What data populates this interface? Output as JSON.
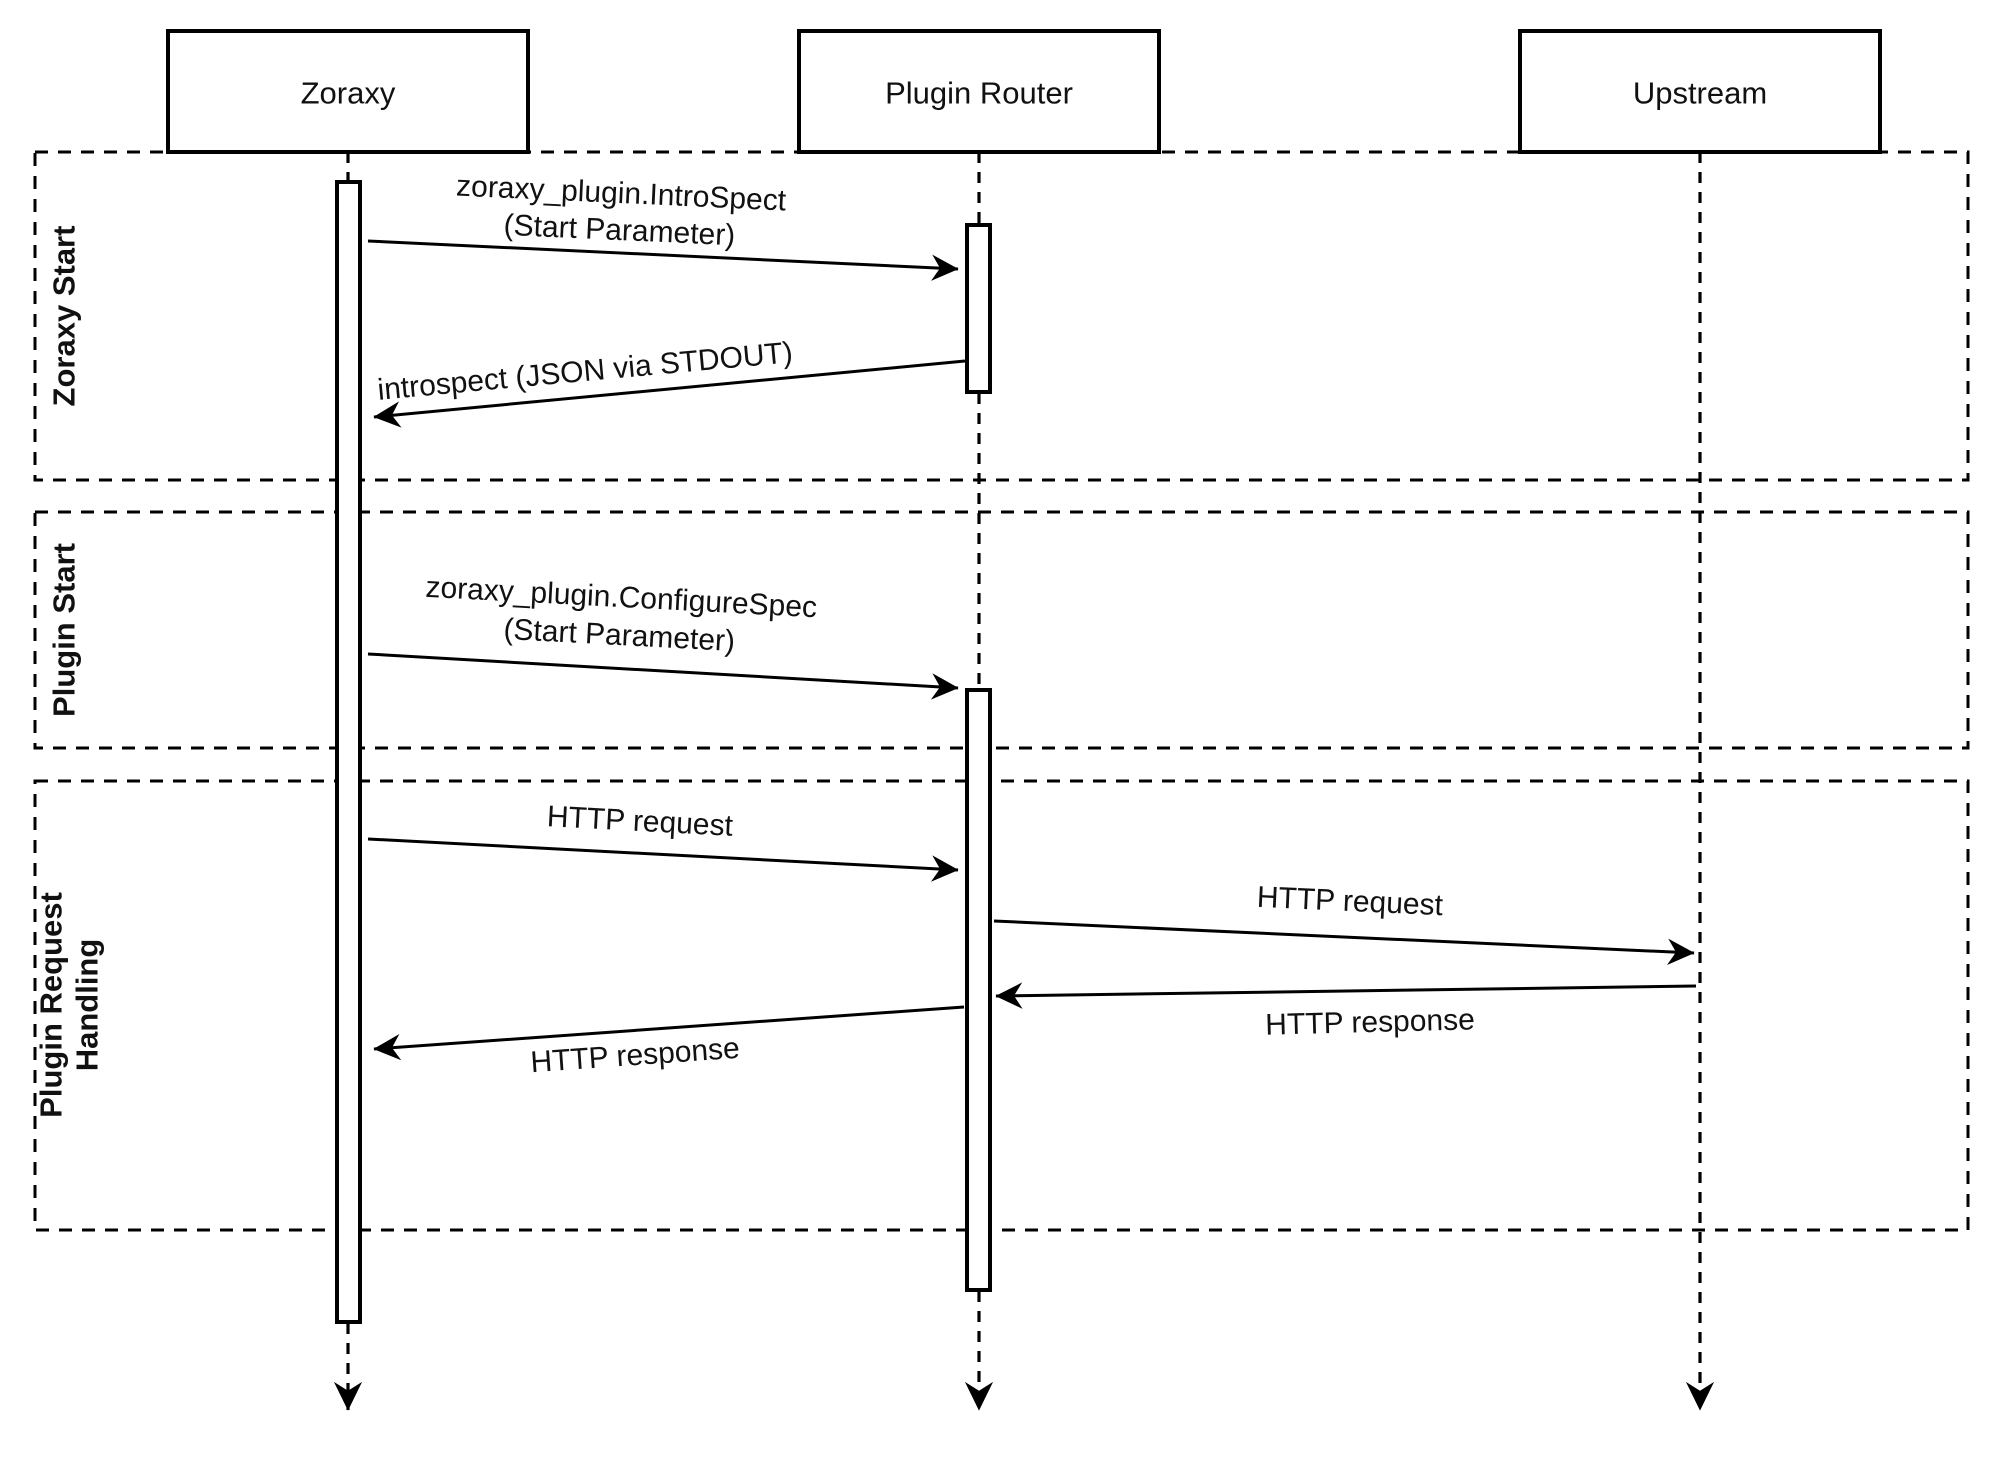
{
  "diagram": {
    "type": "sequence-diagram",
    "background": "#ffffff",
    "stroke_color": "#000000",
    "text_color": "#111111",
    "participants": [
      {
        "label": "Zoraxy"
      },
      {
        "label": "Plugin Router"
      },
      {
        "label": "Upstream"
      }
    ],
    "sections": [
      {
        "label_lines": [
          "Zoraxy Start"
        ]
      },
      {
        "label_lines": [
          "Plugin Start"
        ]
      },
      {
        "label_lines": [
          "Plugin Request",
          "Handling"
        ]
      }
    ],
    "messages": [
      {
        "from": "Zoraxy",
        "to": "Plugin Router",
        "label_lines": [
          "zoraxy_plugin.IntroSpect",
          "(Start Parameter)"
        ]
      },
      {
        "from": "Plugin Router",
        "to": "Zoraxy",
        "label_lines": [
          "introspect (JSON via STDOUT)"
        ]
      },
      {
        "from": "Zoraxy",
        "to": "Plugin Router",
        "label_lines": [
          "zoraxy_plugin.ConfigureSpec",
          "(Start Parameter)"
        ]
      },
      {
        "from": "Zoraxy",
        "to": "Plugin Router",
        "label_lines": [
          "HTTP request"
        ]
      },
      {
        "from": "Plugin Router",
        "to": "Upstream",
        "label_lines": [
          "HTTP request"
        ]
      },
      {
        "from": "Upstream",
        "to": "Plugin Router",
        "label_lines": [
          "HTTP response"
        ]
      },
      {
        "from": "Plugin Router",
        "to": "Zoraxy",
        "label_lines": [
          "HTTP response"
        ]
      }
    ]
  }
}
